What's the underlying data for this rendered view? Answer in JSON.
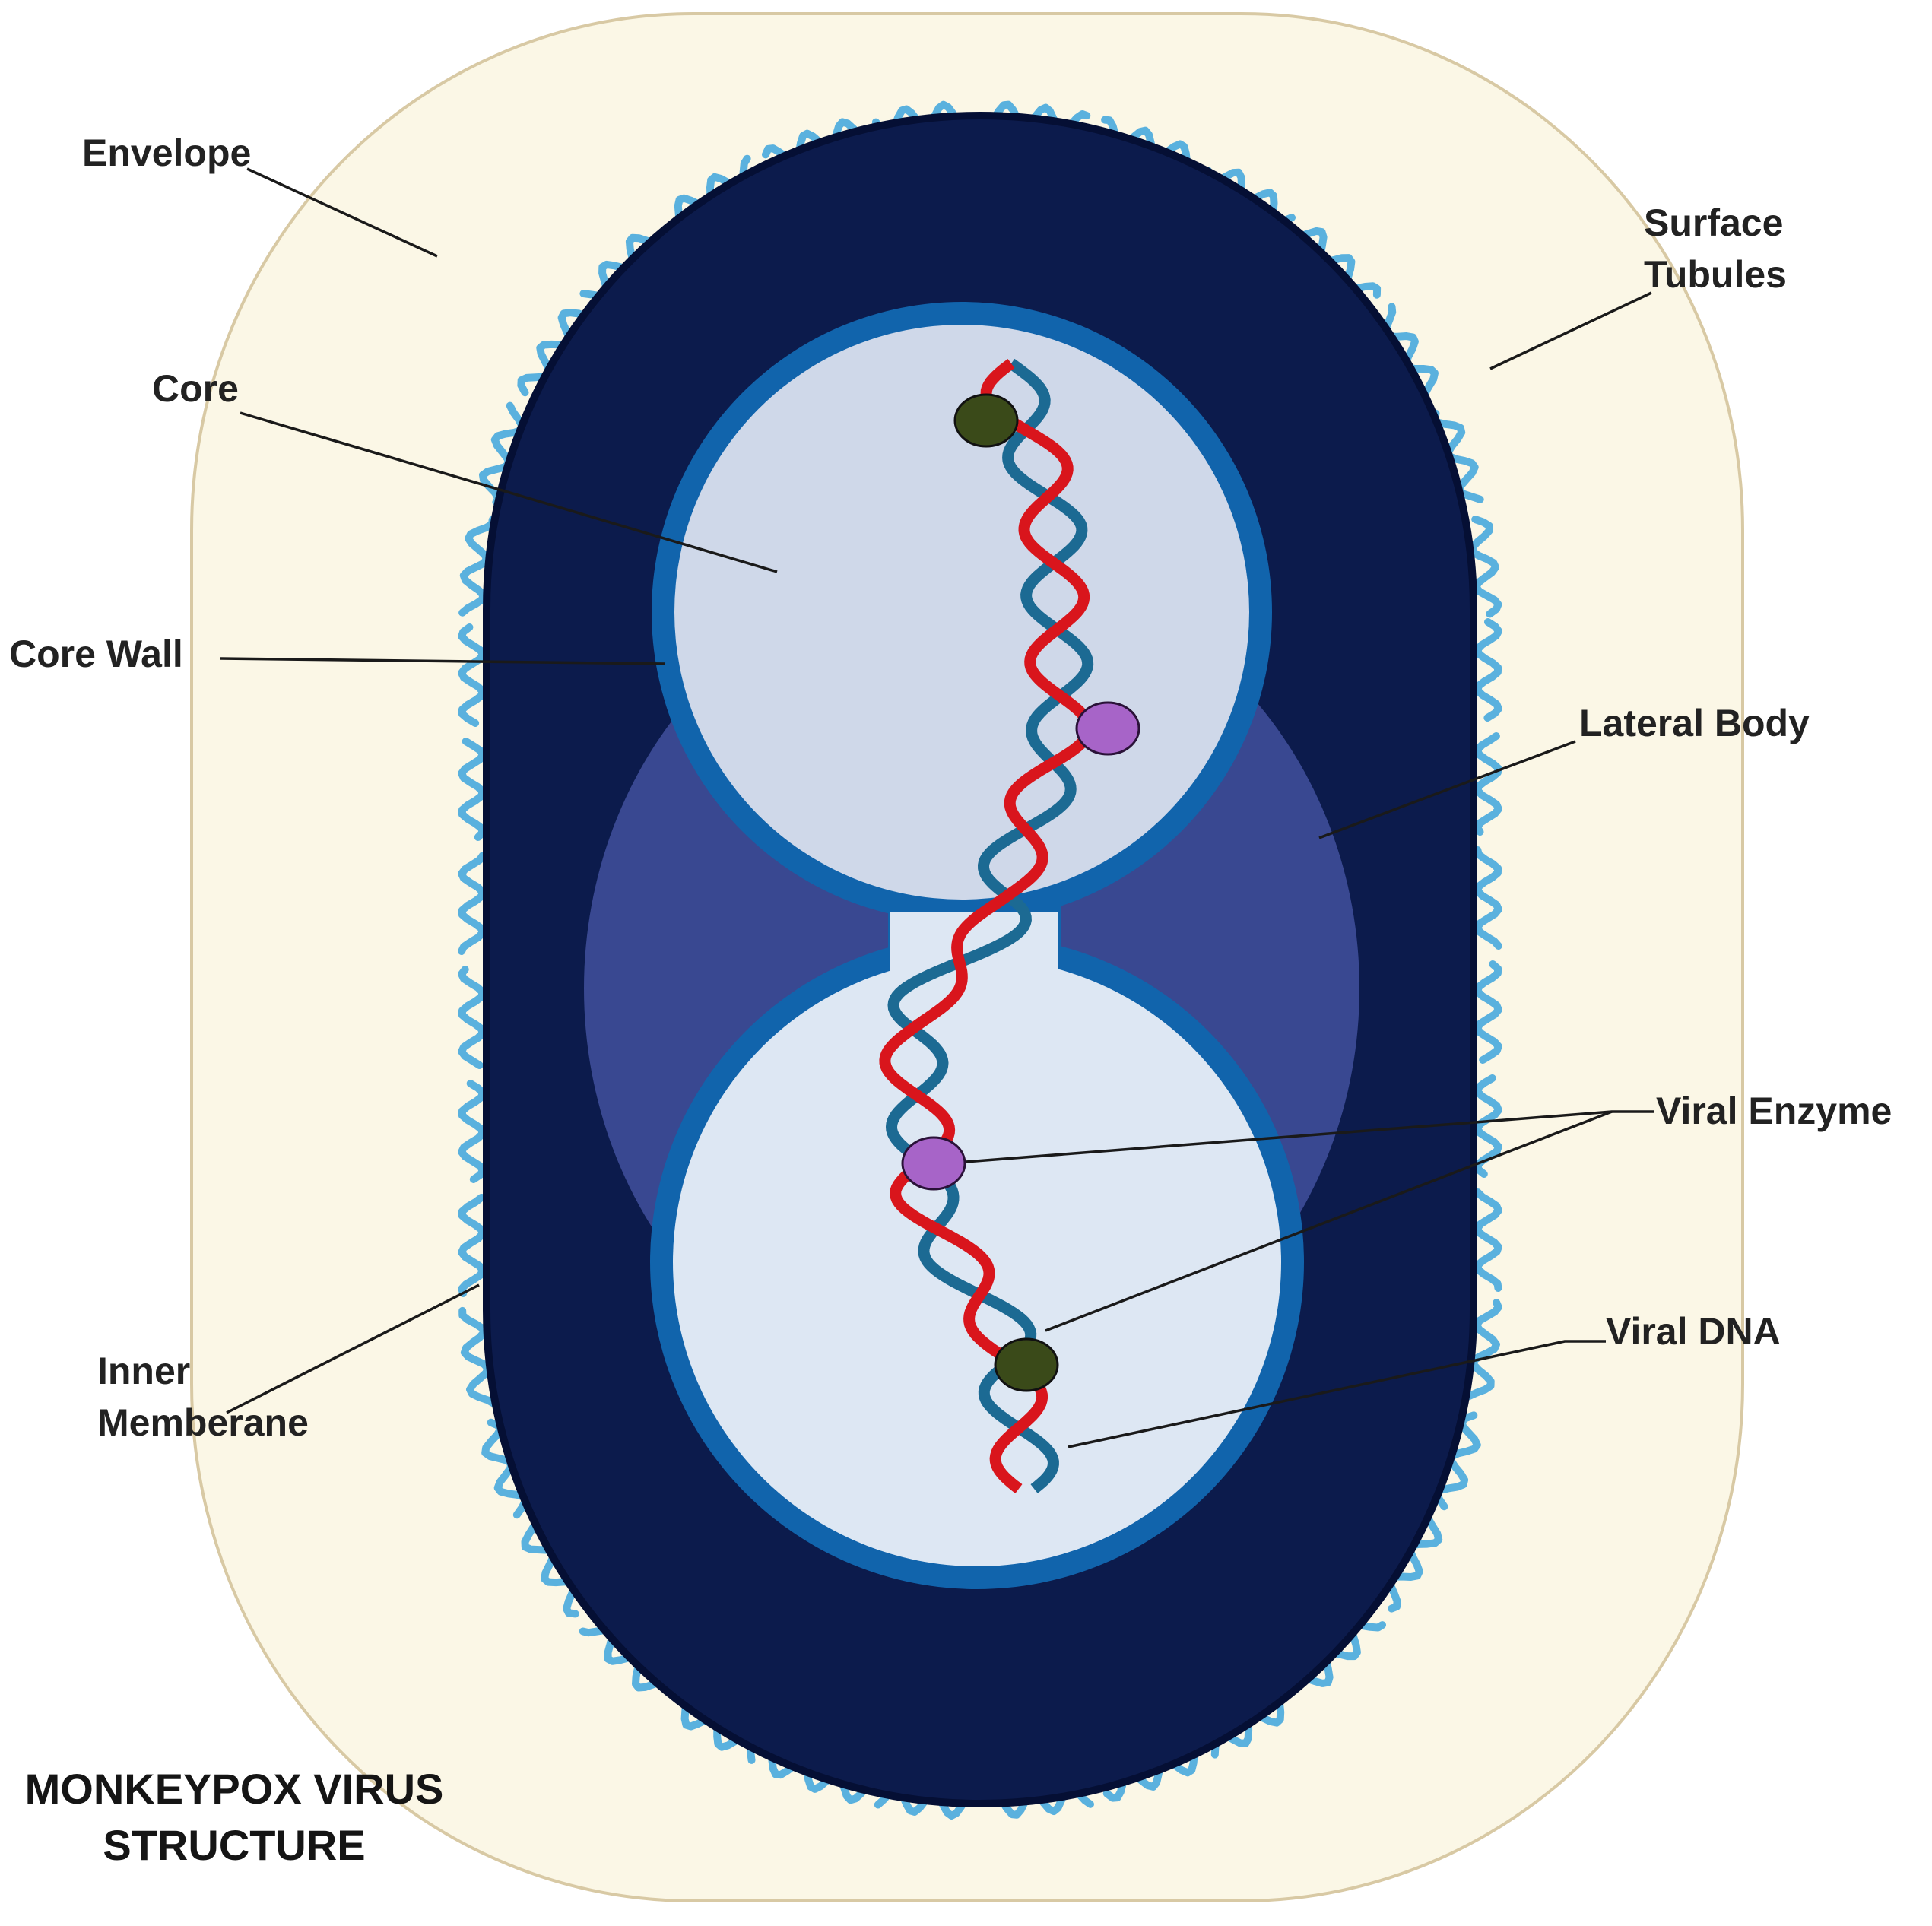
{
  "title": {
    "line1": "MONKEYPOX VIRUS",
    "line2": "STRUCTURE"
  },
  "labels": {
    "envelope": "Envelope",
    "surface_tubules_line1": "Surface",
    "surface_tubules_line2": "Tubules",
    "core": "Core",
    "core_wall": "Core Wall",
    "lateral_body": "Lateral Body",
    "viral_enzyme": "Viral Enzyme",
    "viral_dna": "Viral DNA",
    "inner_membrane_line1": "Inner",
    "inner_membrane_line2": "Memberane"
  },
  "colors": {
    "envelope_fill": "#fbf7e6",
    "envelope_stroke": "#d8c9a4",
    "tubules": "#5ab1de",
    "inner_membrane": "#0c1b4c",
    "lateral_body": "#394891",
    "core_top_fill": "#cfd8e9",
    "core_bottom_fill": "#dde7f3",
    "core_wall": "#1164ac",
    "dna_red": "#d9151c",
    "dna_blue": "#1c6a93",
    "enzyme_green": "#3a4a19",
    "enzyme_purple": "#a764c8"
  }
}
